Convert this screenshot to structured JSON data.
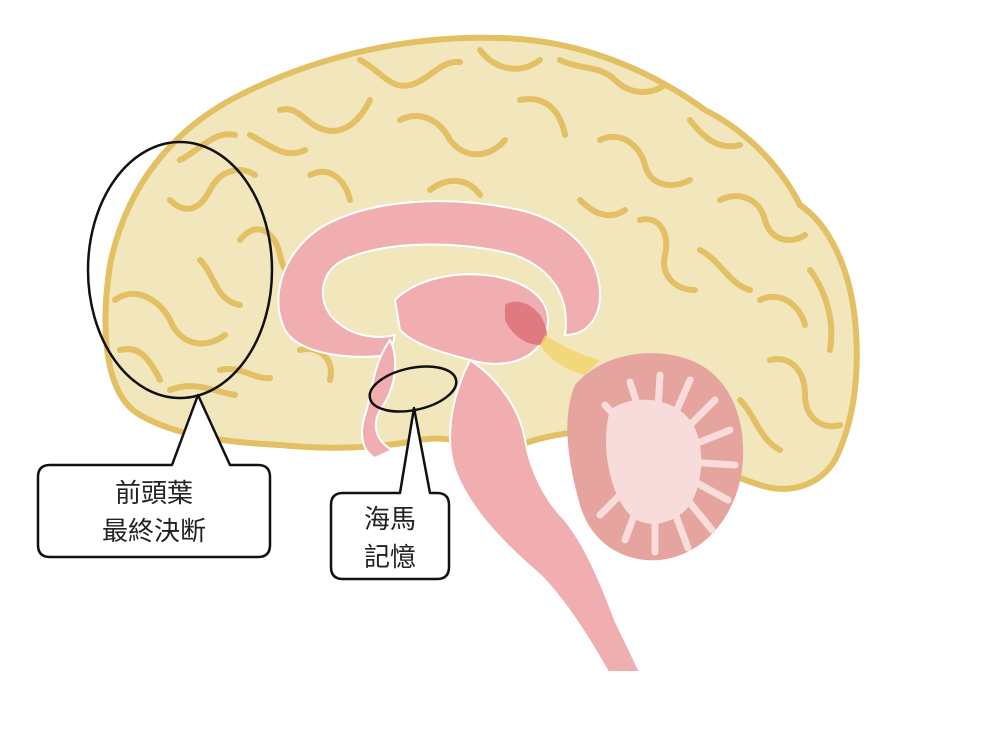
{
  "callouts": {
    "frontal": {
      "line1": "前頭葉",
      "line2": "最終決断"
    },
    "hippocampus": {
      "line1": "海馬",
      "line2": "記憶"
    }
  },
  "colors": {
    "cortex_fill": "#f2e6bd",
    "cortex_stroke": "#e2c063",
    "pink": "#f0aeb0",
    "dark_pink": "#e07a80",
    "cerebellum": "#e5a59e",
    "cerebellum_inner": "#f8dcdb",
    "outline": "#111111"
  }
}
